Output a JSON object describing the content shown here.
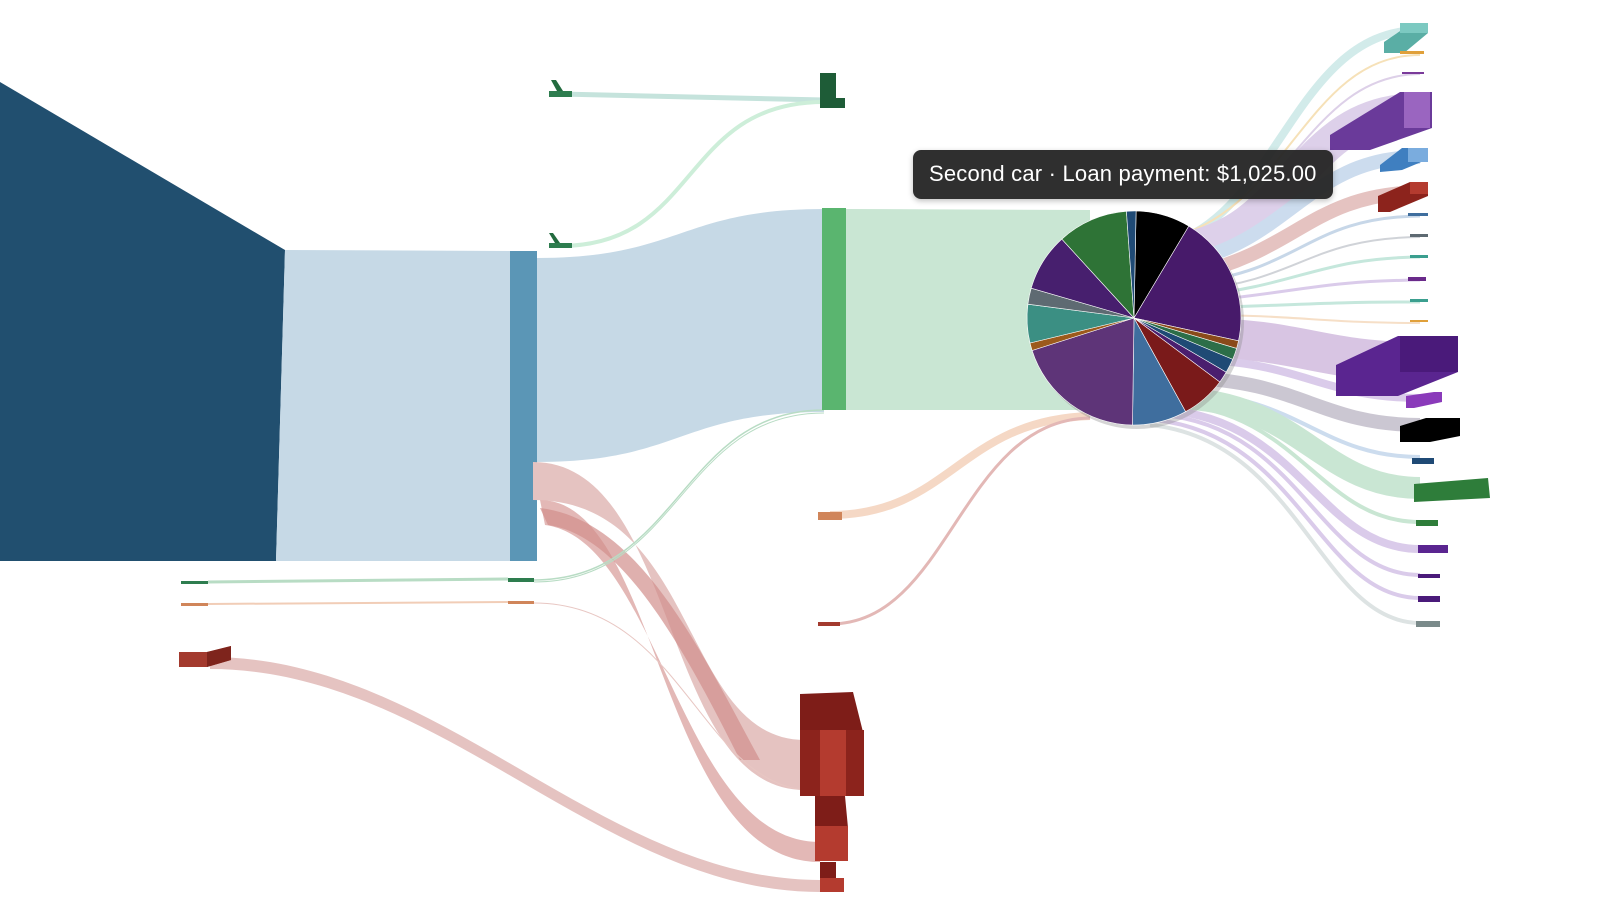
{
  "tooltip": {
    "category": "Second car",
    "separator": " · ",
    "item": "Loan payment",
    "amount": "$1,025.00"
  },
  "chart_data": {
    "type": "sankey",
    "title": "",
    "focused_node": "Second car",
    "tooltip_value": {
      "node": "Second car",
      "item": "Loan payment",
      "value": 1025.0
    },
    "pie_slice_colors": [
      "#000000",
      "#471a6a",
      "#8a4a1a",
      "#2c6e48",
      "#1f4a75",
      "#4a1e6e",
      "#7a1a1a",
      "#3f6e9e",
      "#5e3478",
      "#9c5a1c",
      "#3b8f83",
      "#5e6a72",
      "#471f6e",
      "#2e7336",
      "#1f4a75"
    ],
    "pie_slice_shares": [
      0.085,
      0.205,
      0.012,
      0.018,
      0.022,
      0.018,
      0.07,
      0.085,
      0.205,
      0.012,
      0.06,
      0.025,
      0.09,
      0.11,
      0.015
    ]
  }
}
